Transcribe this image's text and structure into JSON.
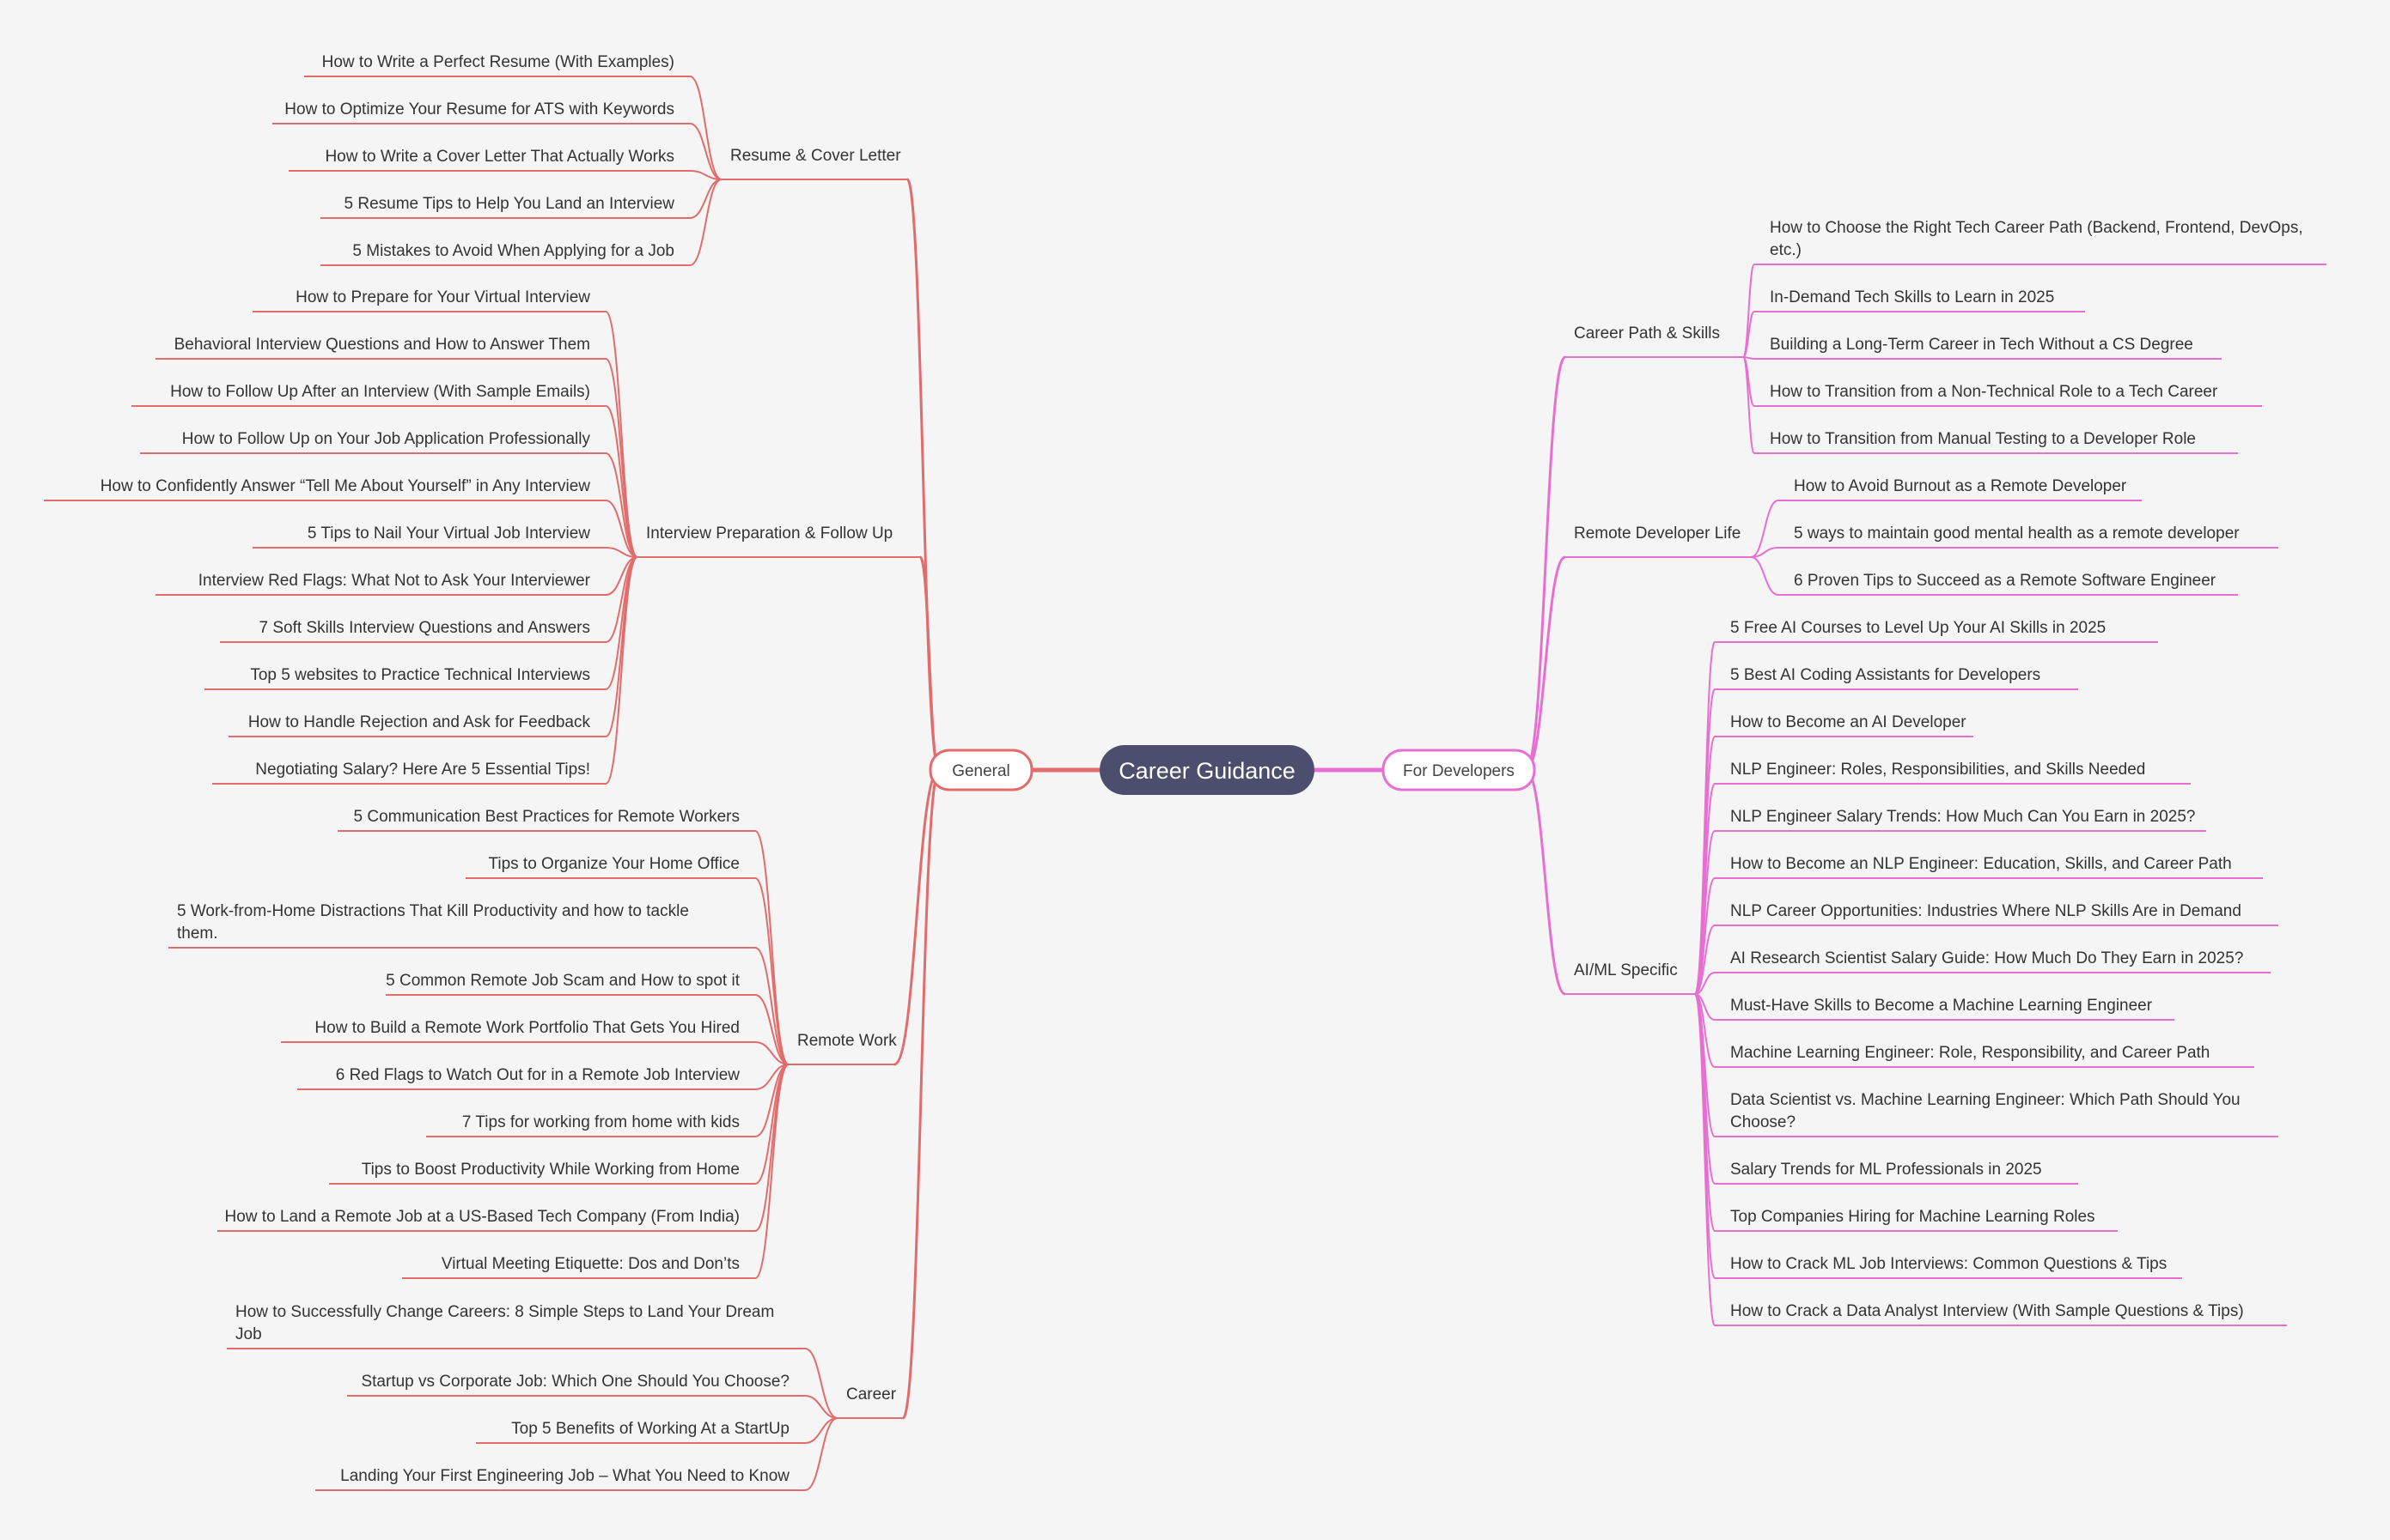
{
  "root": {
    "label": "Career Guidance",
    "fill": "#4b4e6d"
  },
  "left": {
    "label": "General",
    "color": "#e06c6c",
    "branches": [
      {
        "label": "Resume & Cover Letter",
        "items": [
          [
            "How to Write a Perfect Resume (With Examples)"
          ],
          [
            "How to Optimize Your Resume for ATS with Keywords"
          ],
          [
            "How to Write a Cover Letter That Actually Works"
          ],
          [
            "5 Resume Tips to Help You Land an Interview"
          ],
          [
            "5 Mistakes to Avoid When Applying for a Job"
          ]
        ]
      },
      {
        "label": "Interview Preparation & Follow Up",
        "items": [
          [
            "How to Prepare for Your Virtual Interview"
          ],
          [
            "Behavioral Interview Questions and How to Answer Them"
          ],
          [
            "How to Follow Up After an Interview (With Sample Emails)"
          ],
          [
            "How to Follow Up on Your Job Application Professionally"
          ],
          [
            "How to Confidently Answer “Tell Me About Yourself” in Any Interview"
          ],
          [
            "5 Tips to Nail Your Virtual Job Interview"
          ],
          [
            "Interview Red Flags: What Not to Ask Your Interviewer"
          ],
          [
            "7 Soft Skills Interview Questions and Answers"
          ],
          [
            "Top 5 websites to Practice Technical Interviews"
          ],
          [
            "How to Handle Rejection and Ask for Feedback"
          ],
          [
            "Negotiating Salary? Here Are 5 Essential Tips!"
          ]
        ]
      },
      {
        "label": "Remote Work",
        "items": [
          [
            "5 Communication Best Practices for Remote Workers"
          ],
          [
            "Tips to Organize Your Home Office"
          ],
          [
            "5 Work-from-Home Distractions That Kill Productivity and how to tackle",
            "them."
          ],
          [
            "5 Common Remote Job Scam and How to spot it"
          ],
          [
            "How to Build a Remote Work Portfolio That Gets You Hired"
          ],
          [
            "6 Red Flags to Watch Out for in a Remote Job Interview"
          ],
          [
            "7 Tips for working from home with kids"
          ],
          [
            "Tips to Boost Productivity While Working from Home"
          ],
          [
            "How to Land a Remote Job at a US-Based Tech Company (From India)"
          ],
          [
            "Virtual Meeting Etiquette: Dos and Don’ts"
          ]
        ]
      },
      {
        "label": "Career",
        "items": [
          [
            "How to Successfully Change Careers: 8 Simple Steps to Land Your Dream",
            "Job"
          ],
          [
            "Startup vs Corporate Job: Which One Should You Choose?"
          ],
          [
            "Top 5 Benefits of Working At a StartUp"
          ],
          [
            "Landing Your First Engineering Job – What You Need to Know"
          ]
        ]
      }
    ]
  },
  "right": {
    "label": "For Developers",
    "color": "#e76fd2",
    "branches": [
      {
        "label": "Career Path & Skills",
        "items": [
          [
            "How to Choose the Right Tech Career Path (Backend, Frontend, DevOps,",
            "etc.)"
          ],
          [
            "In-Demand Tech Skills to Learn in 2025"
          ],
          [
            "Building a Long-Term Career in Tech Without a CS Degree"
          ],
          [
            "How to Transition from a Non-Technical Role to a Tech Career"
          ],
          [
            "How to Transition from Manual Testing to a Developer Role"
          ]
        ]
      },
      {
        "label": "Remote Developer Life",
        "items": [
          [
            "How to Avoid Burnout as a Remote Developer"
          ],
          [
            "5 ways to maintain good mental health as a remote developer"
          ],
          [
            "6 Proven Tips to Succeed as a Remote Software Engineer"
          ]
        ]
      },
      {
        "label": "AI/ML Specific",
        "items": [
          [
            "5 Free AI Courses to Level Up Your AI Skills in 2025"
          ],
          [
            "5 Best AI Coding Assistants for Developers"
          ],
          [
            "How to Become an AI Developer"
          ],
          [
            "NLP Engineer: Roles, Responsibilities, and Skills Needed"
          ],
          [
            "NLP Engineer Salary Trends: How Much Can You Earn in 2025?"
          ],
          [
            "How to Become an NLP Engineer: Education, Skills, and Career Path"
          ],
          [
            "NLP Career Opportunities: Industries Where NLP Skills Are in Demand"
          ],
          [
            "AI Research Scientist Salary Guide: How Much Do They Earn in 2025?"
          ],
          [
            "Must-Have Skills to Become a Machine Learning Engineer"
          ],
          [
            "Machine Learning Engineer: Role, Responsibility, and Career Path"
          ],
          [
            "Data Scientist vs. Machine Learning Engineer: Which Path Should You",
            "Choose?"
          ],
          [
            "Salary Trends for ML Professionals in 2025"
          ],
          [
            "Top Companies Hiring for Machine Learning Roles"
          ],
          [
            "How to Crack ML Job Interviews: Common Questions & Tips"
          ],
          [
            "How to Crack a Data Analyst Interview (With Sample Questions & Tips)"
          ]
        ]
      }
    ]
  }
}
